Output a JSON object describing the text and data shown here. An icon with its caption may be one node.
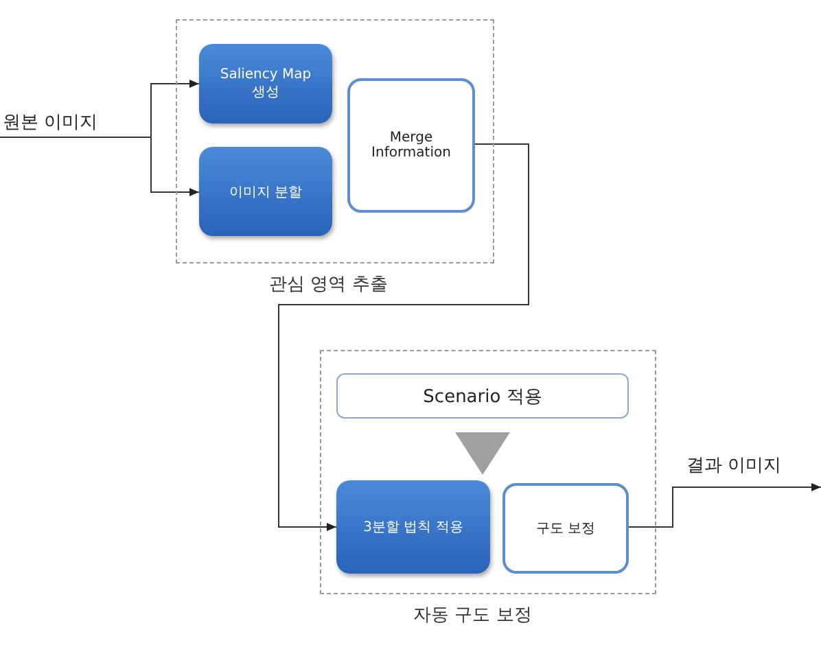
{
  "diagram": {
    "nodes": [
      {
        "text": [
          "관심 영역 추출"
        ]
      },
      {
        "text": [
          "Saliency Map 생성"
        ],
        "in": 0
      },
      {
        "text": [
          "이미지 분할"
        ],
        "in": 0
      },
      {
        "text": [
          "Merge Information"
        ],
        "in": 0
      },
      {
        "text": [
          "자동 구도 보정"
        ]
      },
      {
        "text": [
          "Scenario 적용"
        ],
        "in": 4
      },
      {
        "text": [
          "3분할 법칙 적용"
        ],
        "in": 4
      },
      {
        "text": [
          "구도 보정"
        ],
        "in": 4
      }
    ],
    "edges": [
      {
        "from": null,
        "to": 1,
        "arrow": "to",
        "label": "원본 이미지"
      },
      {
        "from": null,
        "to": 2,
        "arrow": "to"
      },
      {
        "from": 3,
        "to": 6,
        "arrow": "to"
      },
      {
        "from": 5,
        "to": 6,
        "arrow": "to",
        "style": "thick",
        "color": "#a0a0a0"
      },
      {
        "from": 7,
        "to": null,
        "arrow": "to",
        "label": "결과 이미지"
      }
    ]
  }
}
